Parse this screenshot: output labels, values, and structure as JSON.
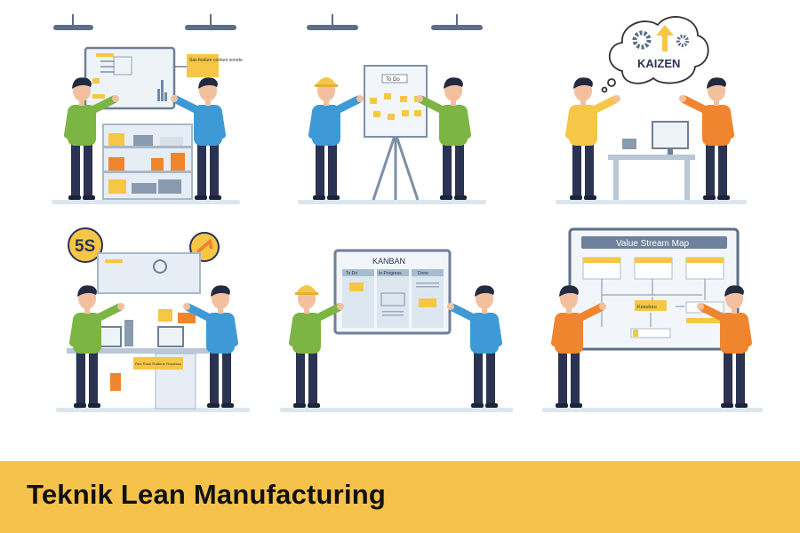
{
  "banner": {
    "title": "Teknik Lean Manufacturing"
  },
  "panels": {
    "visual_management": {
      "note": "Sas feature contum sonete"
    },
    "flip_chart": {
      "title": "To Do"
    },
    "kaizen": {
      "label": "KAIZEN"
    },
    "five_s": {
      "badge": "5S",
      "tag": "Rez Rosk Rattime Rowerau"
    },
    "kanban": {
      "title": "KANBAN",
      "columns": [
        "To Do",
        "In Progress",
        "Done"
      ]
    },
    "vsm": {
      "title": "Value Stream Map",
      "center": "Kesuluru"
    }
  },
  "colors": {
    "banner": "#F5C34B",
    "green": "#7DB544",
    "blue": "#3E9AD6",
    "orange": "#F0852F",
    "yellow": "#F6C646",
    "navy": "#2B3352",
    "board": "#5D6E86"
  }
}
